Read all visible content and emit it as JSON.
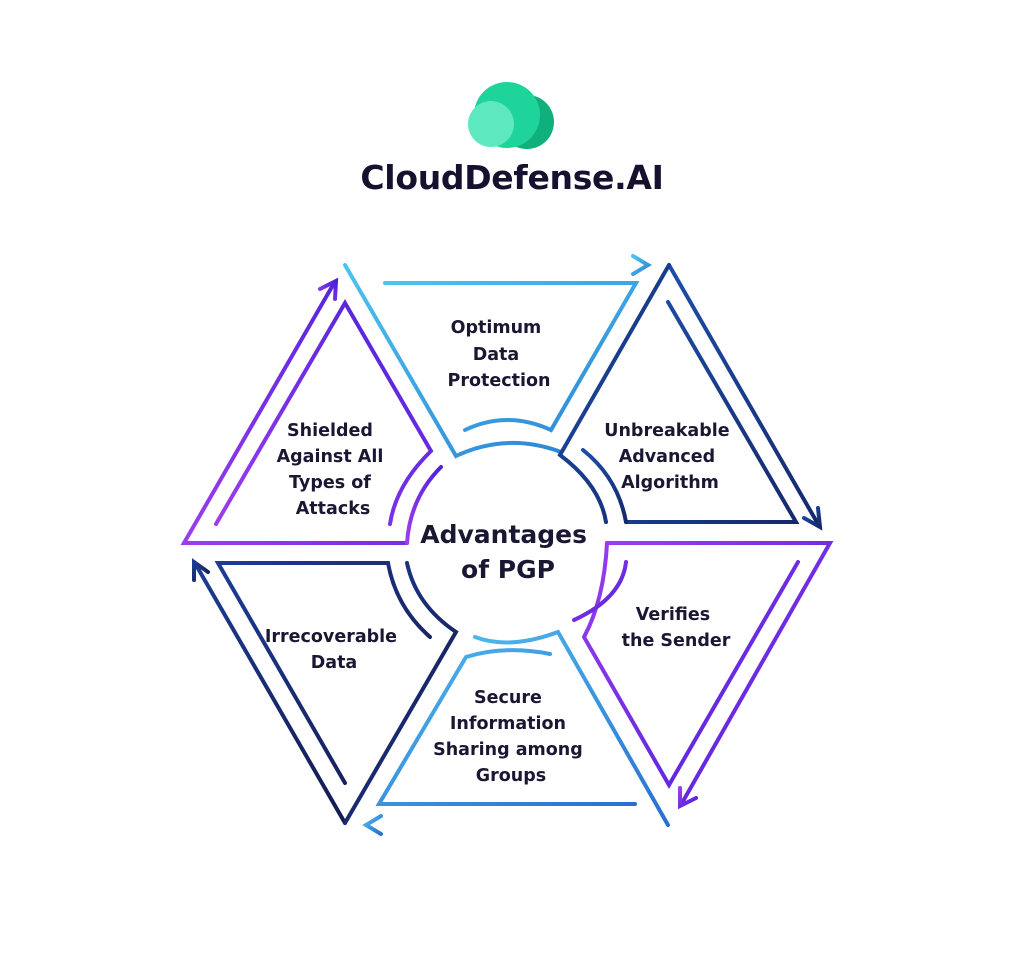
{
  "brand": {
    "name": "CloudDefense.AI",
    "logo_icon": "cloud-icon",
    "logo_colors": [
      "#5de8c0",
      "#1fd49a",
      "#10b07c"
    ]
  },
  "diagram": {
    "center_label_line1": "Advantages",
    "center_label_line2": "of PGP",
    "segments": [
      {
        "id": "top",
        "lines": [
          "Optimum",
          "Data",
          "Protection"
        ],
        "color_start": "#4cc3f0",
        "color_end": "#2e86d6",
        "arrow": "right"
      },
      {
        "id": "upper-right",
        "lines": [
          "Unbreakable",
          "Advanced",
          "Algorithm"
        ],
        "color_start": "#1d4fa8",
        "color_end": "#15286e",
        "arrow": "down-right"
      },
      {
        "id": "lower-right",
        "lines": [
          "Verifies",
          "the Sender"
        ],
        "color_start": "#9b3df0",
        "color_end": "#4a1fd8",
        "arrow": "down-left"
      },
      {
        "id": "bottom",
        "lines": [
          "Secure",
          "Information",
          "Sharing among",
          "Groups"
        ],
        "color_start": "#4cb8ee",
        "color_end": "#2a6fd0",
        "arrow": "left"
      },
      {
        "id": "lower-left",
        "lines": [
          "Irrecoverable",
          "Data"
        ],
        "color_start": "#1c3c94",
        "color_end": "#151a4f",
        "arrow": "up-left"
      },
      {
        "id": "upper-left",
        "lines": [
          "Shielded",
          "Against All",
          "Types of",
          "Attacks"
        ],
        "color_start": "#9d3cef",
        "color_end": "#4a22d8",
        "arrow": "up-right"
      }
    ]
  }
}
